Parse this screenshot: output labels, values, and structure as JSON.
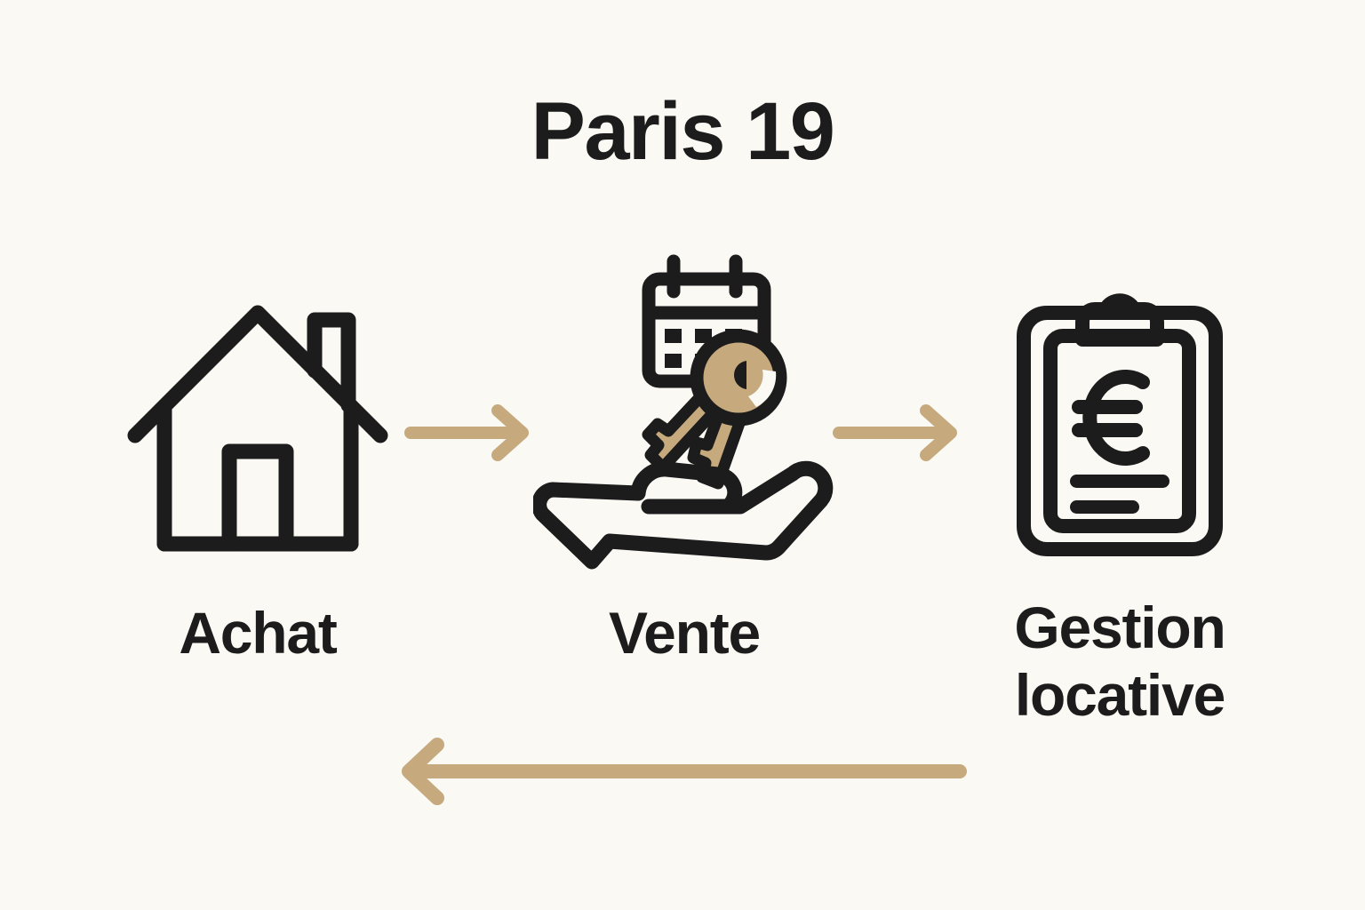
{
  "page": {
    "title": "Paris 19",
    "background_color": "#FBF9F4",
    "ink_color": "#1C1C1C",
    "accent_color": "#C6AA7E"
  },
  "diagram": {
    "type": "cycle-flow",
    "steps": [
      {
        "id": "achat",
        "label": "Achat",
        "icon": "house-icon",
        "icon_style": "outline",
        "icon_color": "#1C1C1C"
      },
      {
        "id": "vente",
        "label": "Vente",
        "icon": "hand-holding-keys-calendar-icon",
        "icon_style": "outline-with-fill",
        "icon_color": "#1C1C1C",
        "icon_accent_color": "#C6AA7E"
      },
      {
        "id": "gestion",
        "label": "Gestion\nlocative",
        "icon": "clipboard-euro-icon",
        "icon_style": "outline",
        "icon_color": "#1C1C1C"
      }
    ],
    "connectors": [
      {
        "id": "achat-to-vente",
        "direction": "right",
        "from": "achat",
        "to": "vente",
        "color": "#C6AA7E"
      },
      {
        "id": "vente-to-gestion",
        "direction": "right",
        "from": "vente",
        "to": "gestion",
        "color": "#C6AA7E"
      },
      {
        "id": "gestion-to-achat",
        "direction": "left",
        "from": "gestion",
        "to": "achat",
        "color": "#C6AA7E"
      }
    ]
  }
}
